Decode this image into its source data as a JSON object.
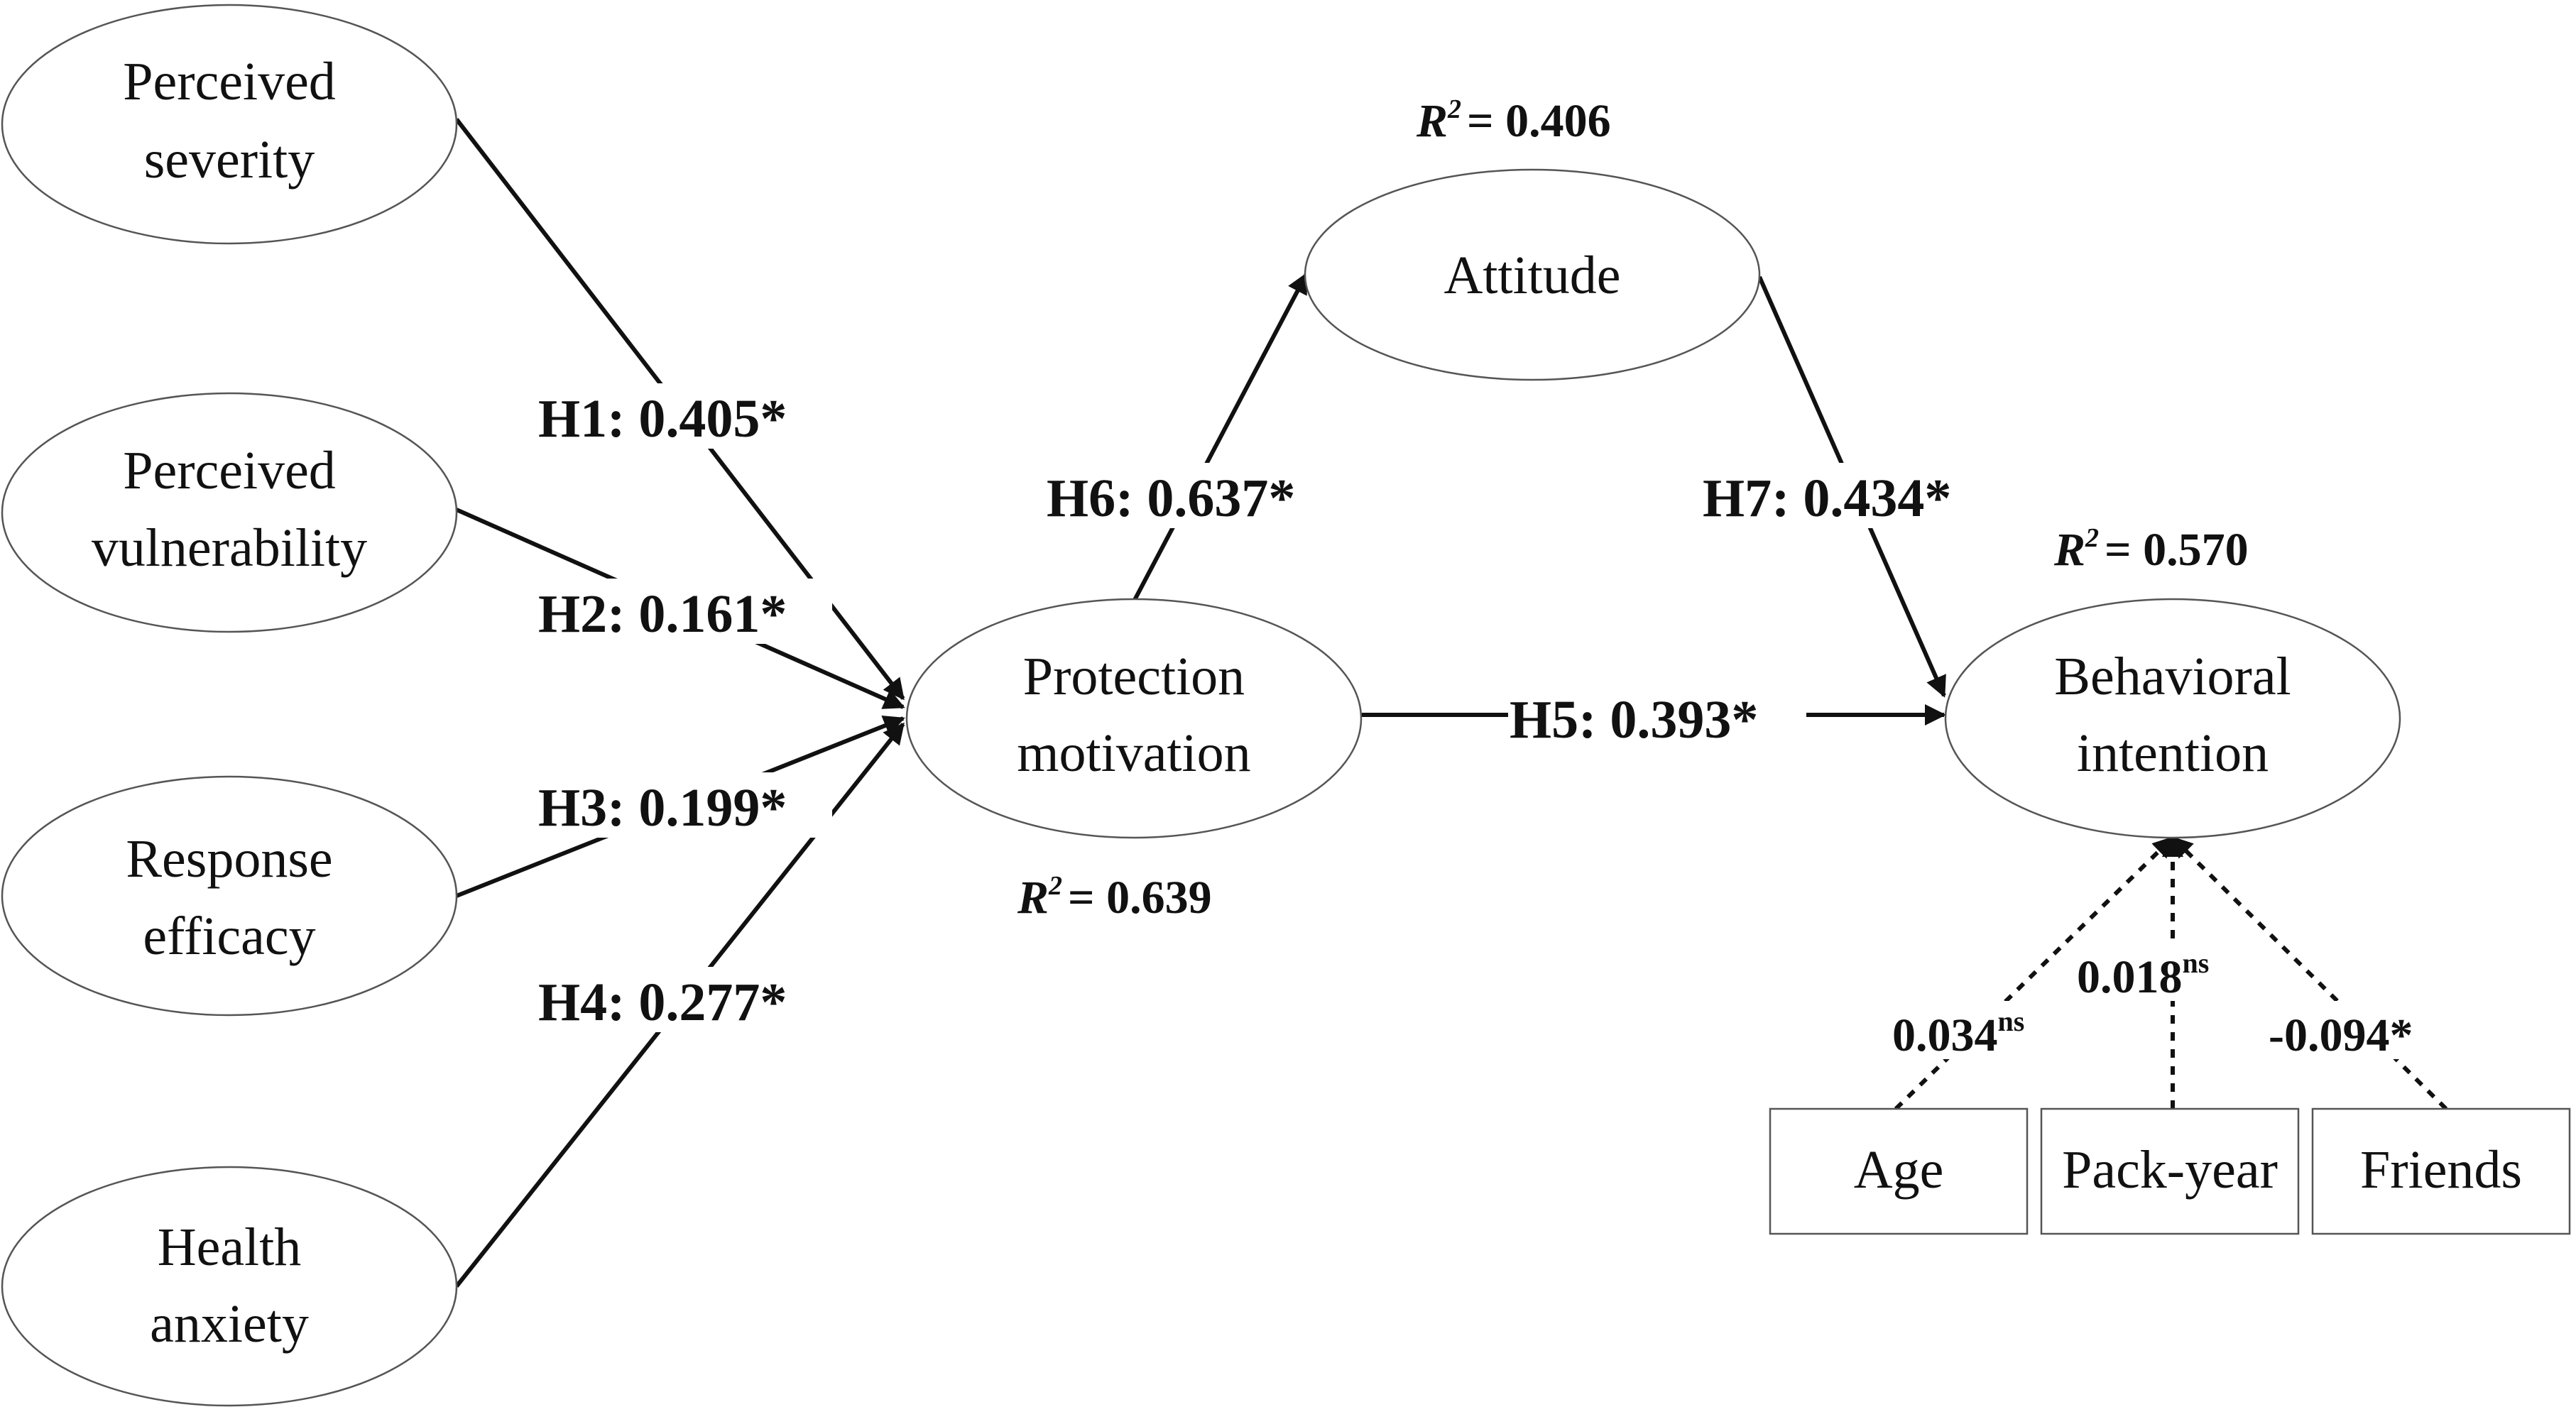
{
  "constructs": {
    "perceived_severity": [
      "Perceived",
      "severity"
    ],
    "perceived_vulnerability": [
      "Perceived",
      "vulnerability"
    ],
    "response_efficacy": [
      "Response",
      "efficacy"
    ],
    "health_anxiety": [
      "Health",
      "anxiety"
    ],
    "protection_motivation": [
      "Protection",
      "motivation"
    ],
    "attitude": [
      "Attitude"
    ],
    "behavioral_intention": [
      "Behavioral",
      "intention"
    ]
  },
  "controls": {
    "age": "Age",
    "pack_year": "Pack-year",
    "friends": "Friends"
  },
  "paths": {
    "h1": "H1: 0.405*",
    "h2": "H2: 0.161*",
    "h3": "H3: 0.199*",
    "h4": "H4: 0.277*",
    "h5": "H5: 0.393*",
    "h6": "H6: 0.637*",
    "h7": "H7: 0.434*"
  },
  "control_paths": {
    "age": {
      "value": "0.034",
      "sig": "ns"
    },
    "pack_year": {
      "value": "0.018",
      "sig": "ns"
    },
    "friends": {
      "value": "-0.094*",
      "sig": ""
    }
  },
  "r_squared": {
    "symbol": "R",
    "power": "2",
    "attitude": "= 0.406",
    "protection_motivation": "= 0.639",
    "behavioral_intention": "= 0.570"
  }
}
